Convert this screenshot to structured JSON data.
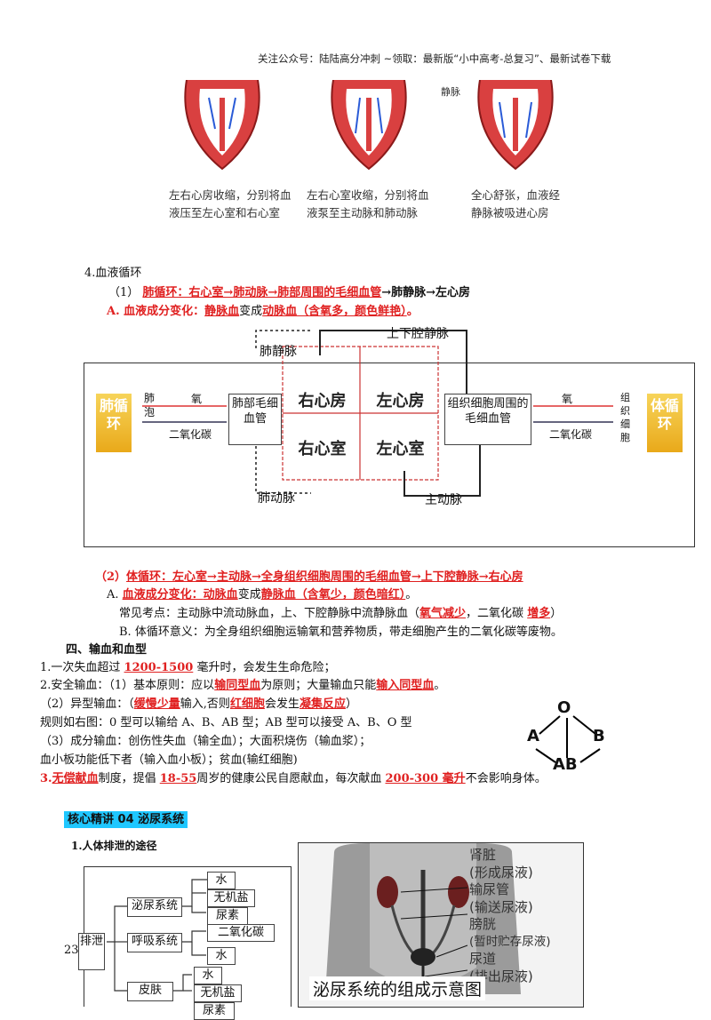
{
  "header": "关注公众号：陆陆高分冲刺 ~领取：最新版“小中高考-总复习”、最新试卷下载",
  "heart": {
    "vein_label": "静脉",
    "captions": [
      [
        "左右心房收缩，分别将血",
        "液压至左心室和右心室"
      ],
      [
        "左右心室收缩，分别将血",
        "液泵至主动脉和肺动脉"
      ],
      [
        "全心舒张，血液经",
        "静脉被吸进心房"
      ]
    ]
  },
  "s4": {
    "title": "4.血液循环",
    "p1_prefix": "（1）",
    "p1_red": "肺循环：右心室→肺动脉→肺部周围的毛细血管",
    "p1_rest": "→肺静脉→左心房",
    "a_label": "A. 血液成分变化：",
    "a_red1": "静脉血",
    "a_mid": "变成",
    "a_red2": "动脉血（含氧多，颜色鲜艳）",
    "a_end": "。"
  },
  "diagram": {
    "top_vena": "上下腔静脉",
    "pulm_vein": "肺静脉",
    "pulm_artery": "肺动脉",
    "aorta": "主动脉",
    "left_badge": "肺循环",
    "right_badge": "体循环",
    "alveoli": "肺泡",
    "oxygen_left": "氧",
    "co2_left": "二氧化碳",
    "lung_cap": "肺部毛细血管",
    "ra": "右心房",
    "la": "左心房",
    "rv": "右心室",
    "lv": "左心室",
    "tissue_cap": "组织细胞周围的毛细血管",
    "oxygen_right": "氧",
    "co2_right": "二氧化碳",
    "tissue_cells": "组织细胞"
  },
  "s2": {
    "p2_prefix": "（2）",
    "p2_red": "体循环：左心室→主动脉→全身组织细胞周围的毛细血管→上下腔静脉→右心房",
    "a_label": "A. ",
    "a_red": "血液成分变化：",
    "a_red2": "动脉血",
    "a_mid": "变成",
    "a_red3": "静脉血（含氧少，颜色暗红）",
    "a_end": "。",
    "common": "常见考点：主动脉中流动脉血，上、下腔静脉中流静脉血（",
    "fill1": "氧气减少",
    "comma": "，二氧化碳",
    "fill2": "增多",
    "close": "）",
    "b_line": "B. 体循环意义：为全身组织细胞运输氧和营养物质，带走细胞产生的二氧化碳等废物。"
  },
  "s_blood": {
    "title": "四、输血和血型",
    "l1_pre": "1.一次失血超过",
    "l1_red": "1200-1500",
    "l1_post": "毫升时，会发生生命危险；",
    "l2_pre": "2.安全输血：（1）基本原则：应以",
    "l2_red1": "输同型血",
    "l2_mid": "为原则；大量输血只能",
    "l2_red2": "输入同型血",
    "l2_end": "。",
    "l3_pre": "（2）异型输血：（",
    "l3_red1": "缓慢少量",
    "l3_mid1": "输入,否则",
    "l3_red2": "红细胞",
    "l3_mid2": "会发生",
    "l3_red3": "凝集反应",
    "l3_end": "）",
    "l4": "规则如右图：0 型可以输给 A、B、AB 型；AB 型可以接受 A、B、O 型",
    "l5": "（3）成分输血：创伤性失血（输全血）；大面积烧伤（输血浆）；",
    "l6": "血小板功能低下者（输入血小板）；贫血(输红细胞)",
    "l7_num": "3.",
    "l7_red1": "无偿献血",
    "l7_mid": "制度，提倡",
    "l7_red2": "18-55",
    "l7_mid2": "周岁的健康公民自愿献血，每次献血",
    "l7_red3": "200-300 毫升",
    "l7_end": "不会影响身体。",
    "abo": {
      "o": "O",
      "a": "A",
      "b": "B",
      "ab": "AB"
    }
  },
  "s_urine": {
    "banner": "核心精讲 04 泌尿系统",
    "sub": "1.人体排泄的途径",
    "page_num": "23",
    "root": "排泄",
    "urinary": "泌尿系统",
    "resp": "呼吸系统",
    "skin": "皮肤",
    "water1": "水",
    "salt1": "无机盐",
    "urea1": "尿素",
    "co2": "二氧化碳",
    "water2": "水",
    "water3": "水",
    "salt2": "无机盐",
    "urea2": "尿素",
    "labels": [
      "肾脏",
      "(形成尿液)",
      "输尿管",
      "(输送尿液)",
      "膀胱",
      "(暂时贮存尿液)",
      "尿道",
      "(排出尿液)"
    ],
    "caption": "泌尿系统的组成示意图"
  }
}
